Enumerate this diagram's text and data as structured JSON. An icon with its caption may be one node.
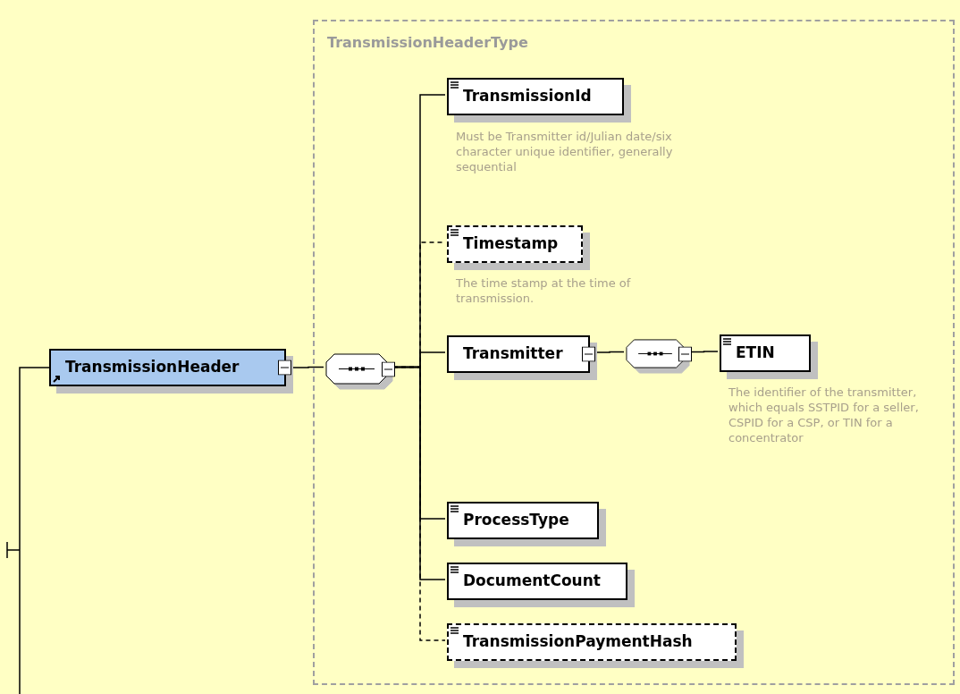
{
  "diagram": {
    "nodes": [
      {
        "text": [
          "TransmissionHeader"
        ]
      },
      {
        "text": [
          "TransmissionHeaderType"
        ]
      },
      {
        "text": [],
        "shape": "octagon",
        "in": 1
      },
      {
        "text": [
          "TransmissionId"
        ],
        "in": 1,
        "beside": [
          "Must be Transmitter id/Julian date/six character unique identifier, generally sequential"
        ]
      },
      {
        "text": [
          "Timestamp"
        ],
        "in": 1,
        "beside": [
          "The time stamp at the time of transmission."
        ]
      },
      {
        "text": [
          "Transmitter"
        ],
        "in": 1
      },
      {
        "text": [],
        "shape": "octagon",
        "in": 1
      },
      {
        "text": [
          "ETIN"
        ],
        "in": 1,
        "beside": [
          "The identifier of the transmitter, which equals SSTPID for a seller, CSPID for a CSP, or TIN for a concentrator"
        ]
      },
      {
        "text": [
          "ProcessType"
        ],
        "in": 1
      },
      {
        "text": [
          "DocumentCount"
        ],
        "in": 1
      },
      {
        "text": [
          "TransmissionPaymentHash"
        ],
        "in": 1
      }
    ],
    "edges": [
      {
        "from": null,
        "to": 0,
        "arrow": "none"
      },
      {
        "from": 0,
        "to": 2,
        "arrow": "none"
      },
      {
        "from": 2,
        "to": 3,
        "arrow": "none"
      },
      {
        "from": 2,
        "to": 4,
        "arrow": "none",
        "style": "dashed"
      },
      {
        "from": 2,
        "to": 5,
        "arrow": "none"
      },
      {
        "from": 5,
        "to": 6,
        "arrow": "none"
      },
      {
        "from": 6,
        "to": 7,
        "arrow": "none"
      },
      {
        "from": 2,
        "to": 8,
        "arrow": "none"
      },
      {
        "from": 2,
        "to": 9,
        "arrow": "none"
      },
      {
        "from": 2,
        "to": 10,
        "arrow": "none",
        "style": "dashed"
      }
    ]
  }
}
